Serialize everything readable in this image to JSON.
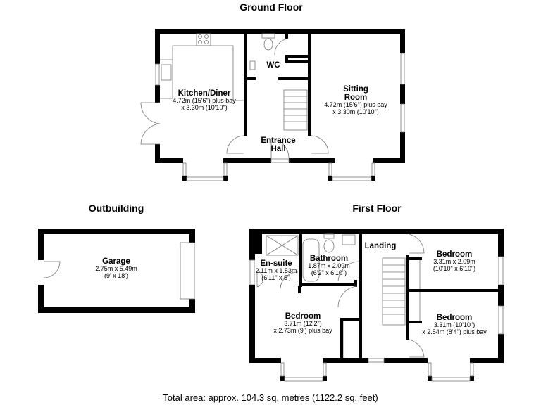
{
  "floors": {
    "ground": {
      "title": "Ground Floor",
      "rooms": {
        "kitchen": {
          "name": "Kitchen/Diner",
          "dim1": "4.72m (15'6\") plus bay",
          "dim2": "x 3.30m (10'10\")"
        },
        "wc": {
          "name": "WC"
        },
        "sitting": {
          "name1": "Sitting",
          "name2": "Room",
          "dim1": "4.72m (15'6\") plus bay",
          "dim2": "x 3.30m (10'10\")"
        },
        "hall": {
          "name1": "Entrance",
          "name2": "Hall"
        }
      }
    },
    "outbuilding": {
      "title": "Outbuilding",
      "rooms": {
        "garage": {
          "name": "Garage",
          "dim1": "2.75m x 5.49m",
          "dim2": "(9' x 18')"
        }
      }
    },
    "first": {
      "title": "First Floor",
      "rooms": {
        "ensuite": {
          "name": "En-suite",
          "dim1": "2.11m x 1.53m",
          "dim2": "(6'11\" x 5')"
        },
        "bathroom": {
          "name": "Bathroom",
          "dim1": "1.87m x 2.09m",
          "dim2": "(6'2\" x 6'10\")"
        },
        "landing": {
          "name": "Landing"
        },
        "bedroom1": {
          "name": "Bedroom",
          "dim1": "3.31m x 2.09m",
          "dim2": "(10'10\" x 6'10\")"
        },
        "bedroom2": {
          "name": "Bedroom",
          "dim1": "3.71m (12'2\")",
          "dim2": "x 2.73m (9') plus bay"
        },
        "bedroom3": {
          "name": "Bedroom",
          "dim1": "3.31m (10'10\")",
          "dim2": "x 2.54m (8'4\") plus bay"
        }
      }
    }
  },
  "footer": "Total area: approx. 104.3 sq. metres (1122.2 sq. feet)"
}
